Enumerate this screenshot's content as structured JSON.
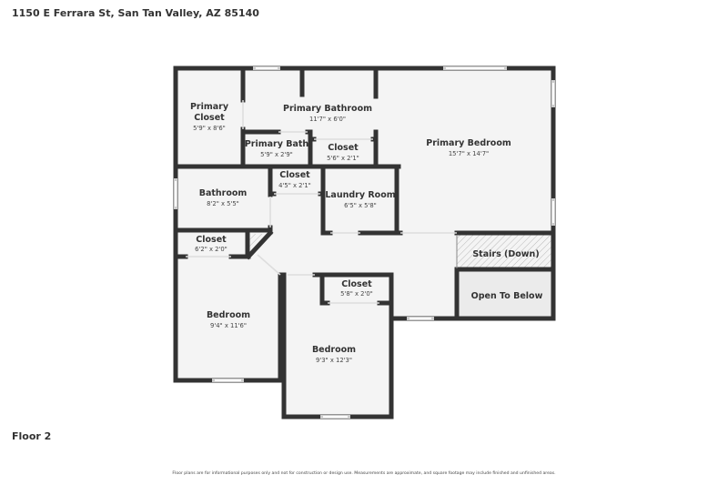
{
  "header": {
    "address": "1150 E Ferrara St, San Tan Valley, AZ 85140"
  },
  "floor_label": "Floor 2",
  "disclaimer": "Floor plans are for informational purposes only and not for construction or design use. Measurements are approximate, and square footage may include finished and unfinished areas.",
  "rooms": {
    "primary_closet": {
      "name1": "Primary",
      "name2": "Closet",
      "dims": "5'9\" x 8'6\""
    },
    "primary_bathroom": {
      "name": "Primary Bathroom",
      "dims": "11'7\" x 6'0\""
    },
    "primary_bath": {
      "name": "Primary Bath",
      "dims": "5'9\" x 2'9\""
    },
    "closet_a": {
      "name": "Closet",
      "dims": "5'6\" x 2'1\""
    },
    "primary_bedroom": {
      "name": "Primary Bedroom",
      "dims": "15'7\" x 14'7\""
    },
    "bathroom": {
      "name": "Bathroom",
      "dims": "8'2\" x 5'5\""
    },
    "closet_b": {
      "name": "Closet",
      "dims": "4'5\" x 2'1\""
    },
    "laundry": {
      "name": "Laundry Room",
      "dims": "6'5\" x 5'8\""
    },
    "closet_c": {
      "name": "Closet",
      "dims": "6'2\" x 2'0\""
    },
    "stairs": {
      "name": "Stairs (Down)"
    },
    "open_below": {
      "name": "Open To Below"
    },
    "closet_d": {
      "name": "Closet",
      "dims": "5'8\" x 2'0\""
    },
    "bedroom1": {
      "name": "Bedroom",
      "dims": "9'4\" x 11'6\""
    },
    "bedroom2": {
      "name": "Bedroom",
      "dims": "9'3\" x 12'3\""
    }
  },
  "colors": {
    "wall": "#333333",
    "floor": "#f4f4f4",
    "open_below": "#ebebeb"
  }
}
